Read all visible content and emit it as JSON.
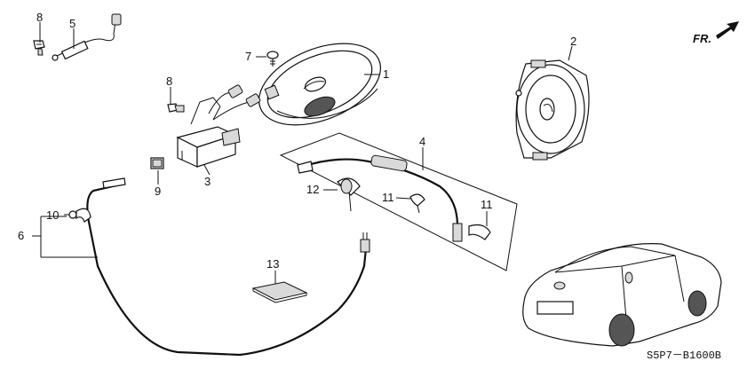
{
  "diagram_code": "S5P7－B1600B",
  "direction_label": "FR.",
  "callouts": {
    "c1": "1",
    "c2": "2",
    "c3": "3",
    "c4": "4",
    "c5": "5",
    "c6": "6",
    "c7": "7",
    "c8a": "8",
    "c8b": "8",
    "c9": "9",
    "c10": "10",
    "c11a": "11",
    "c11b": "11",
    "c12": "12",
    "c13": "13"
  },
  "colors": {
    "line": "#111111",
    "background": "#ffffff",
    "fill": "#d9d9d9"
  }
}
